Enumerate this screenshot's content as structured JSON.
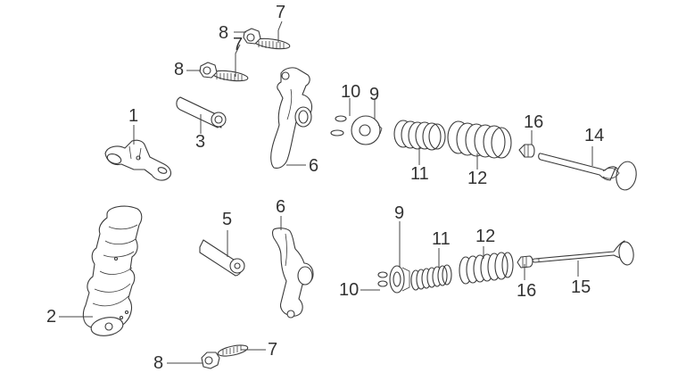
{
  "diagram": {
    "title": "",
    "type": "exploded-parts-diagram",
    "background": "#ffffff",
    "line_color": "#333333",
    "callouts": [
      {
        "id": "c7a",
        "number": "7",
        "part": "adjusting-screw-upper"
      },
      {
        "id": "c8a",
        "number": "8",
        "part": "lock-nut-upper"
      },
      {
        "id": "c7b",
        "number": "7",
        "part": "adjusting-screw-middle"
      },
      {
        "id": "c8b",
        "number": "8",
        "part": "lock-nut-middle"
      },
      {
        "id": "c1",
        "number": "1",
        "part": "camshaft-holder"
      },
      {
        "id": "c3",
        "number": "3",
        "part": "rocker-arm-shaft-upper"
      },
      {
        "id": "c6a",
        "number": "6",
        "part": "rocker-arm-upper"
      },
      {
        "id": "c10a",
        "number": "10",
        "part": "valve-cotter-upper"
      },
      {
        "id": "c9a",
        "number": "9",
        "part": "spring-retainer-upper"
      },
      {
        "id": "c11a",
        "number": "11",
        "part": "inner-valve-spring-upper"
      },
      {
        "id": "c12a",
        "number": "12",
        "part": "outer-valve-spring-upper"
      },
      {
        "id": "c16a",
        "number": "16",
        "part": "valve-stem-seal-upper"
      },
      {
        "id": "c14",
        "number": "14",
        "part": "intake-valve"
      },
      {
        "id": "c2",
        "number": "2",
        "part": "camshaft"
      },
      {
        "id": "c5",
        "number": "5",
        "part": "rocker-arm-shaft-lower"
      },
      {
        "id": "c6b",
        "number": "6",
        "part": "rocker-arm-lower"
      },
      {
        "id": "c9b",
        "number": "9",
        "part": "spring-retainer-lower"
      },
      {
        "id": "c11b",
        "number": "11",
        "part": "inner-valve-spring-lower"
      },
      {
        "id": "c12b",
        "number": "12",
        "part": "outer-valve-spring-lower"
      },
      {
        "id": "c10b",
        "number": "10",
        "part": "valve-cotter-lower"
      },
      {
        "id": "c16b",
        "number": "16",
        "part": "valve-stem-seal-lower"
      },
      {
        "id": "c15",
        "number": "15",
        "part": "exhaust-valve"
      },
      {
        "id": "c8c",
        "number": "8",
        "part": "lock-nut-lower"
      },
      {
        "id": "c7c",
        "number": "7",
        "part": "adjusting-screw-lower"
      }
    ]
  }
}
